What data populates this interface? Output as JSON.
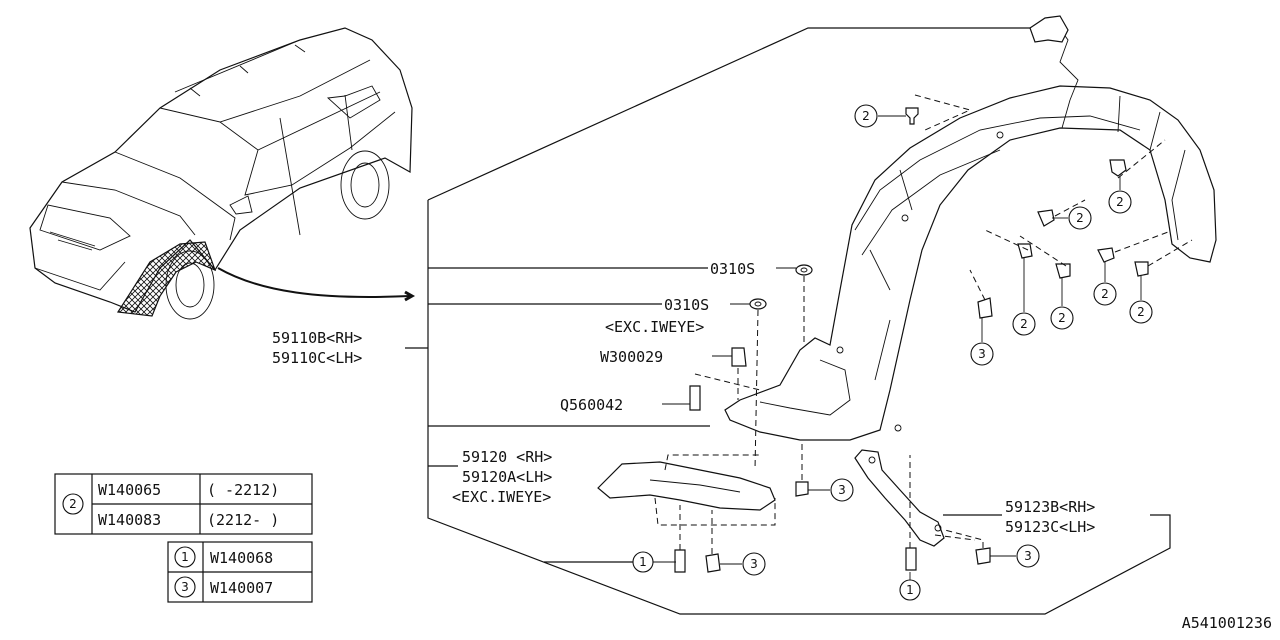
{
  "diagram_id": "A541001236",
  "callouts": {
    "one": "1",
    "two": "2",
    "three": "3"
  },
  "labels": {
    "nut_0310s_a": "0310S",
    "nut_0310s_b": "0310S",
    "exc_iweye_a": "<EXC.IWEYE>",
    "clip_w300029": "W300029",
    "bolt_q560042": "Q560042",
    "liner_rh": "59110B<RH>",
    "liner_lh": "59110C<LH>",
    "cover_rh": "59120 <RH>",
    "cover_lh": "59120A<LH>",
    "exc_iweye_b": "<EXC.IWEYE>",
    "bracket_rh": "59123B<RH>",
    "bracket_lh": "59123C<LH>"
  },
  "legend": {
    "row1_part": "W140065",
    "row1_range": "( -2212)",
    "row2_part": "W140083",
    "row2_range": "(2212- )",
    "row3_part": "W140068",
    "row4_part": "W140007"
  }
}
